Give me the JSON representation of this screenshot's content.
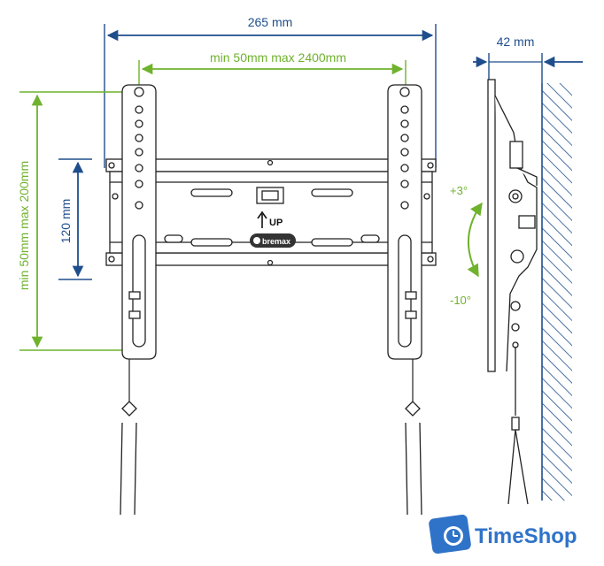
{
  "dimensions": {
    "width_top": "265 mm",
    "hole_spacing_horizontal": "min 50mm max 2400mm",
    "hole_spacing_vertical": "min 50mm max 200mm",
    "vertical_120": "120 mm",
    "depth": "42 mm"
  },
  "tilt": {
    "up": "+3°",
    "down": "-10°"
  },
  "mount": {
    "up_label": "UP",
    "brand": "bremax"
  },
  "logo": {
    "text": "TimeShop"
  },
  "colors": {
    "blue": "#1f4e8c",
    "green": "#6fb22d",
    "logo_blue": "#2f73c9"
  }
}
